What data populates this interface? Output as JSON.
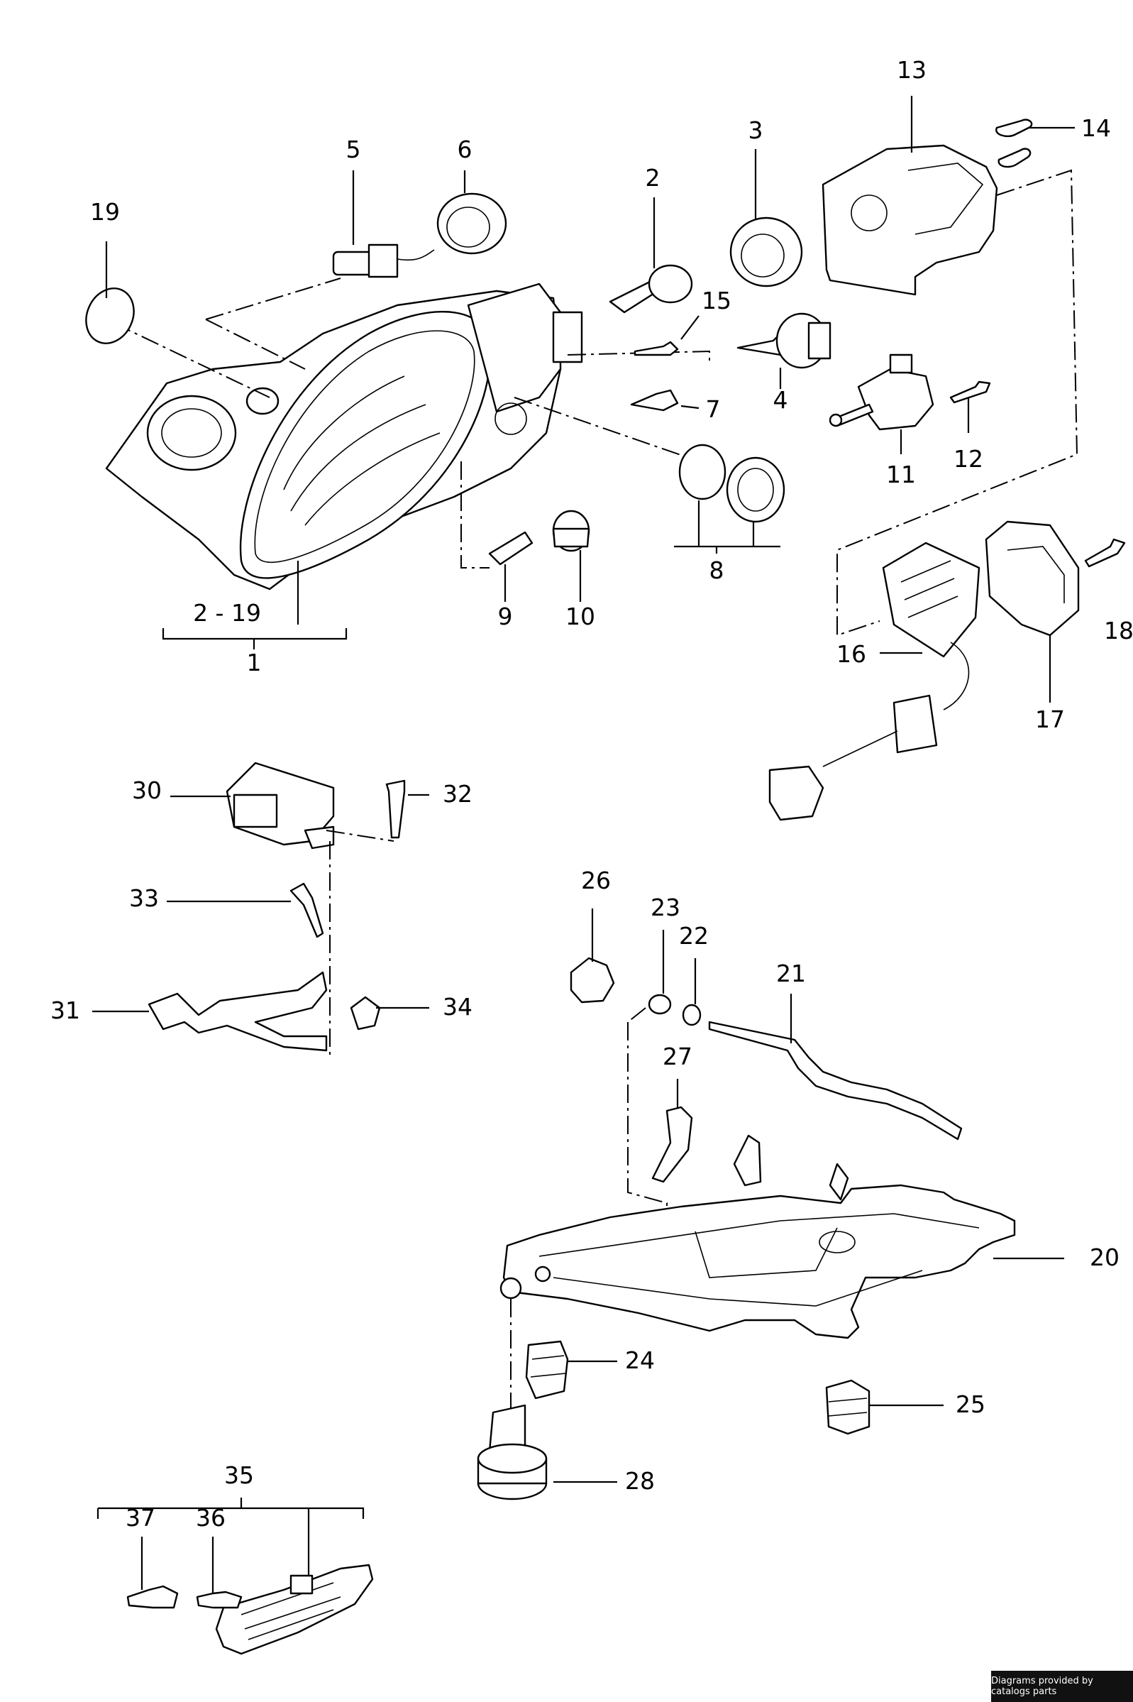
{
  "labels": {
    "p1": "1",
    "p2_19": "2 - 19",
    "p2": "2",
    "p3": "3",
    "p4": "4",
    "p5": "5",
    "p6": "6",
    "p7": "7",
    "p8": "8",
    "p9": "9",
    "p10": "10",
    "p11": "11",
    "p12": "12",
    "p13": "13",
    "p14": "14",
    "p15": "15",
    "p16": "16",
    "p17": "17",
    "p18": "18",
    "p19": "19",
    "p20": "20",
    "p21": "21",
    "p22": "22",
    "p23": "23",
    "p24": "24",
    "p25": "25",
    "p26": "26",
    "p27": "27",
    "p28": "28",
    "p30": "30",
    "p31": "31",
    "p32": "32",
    "p33": "33",
    "p34": "34",
    "p35": "35",
    "p36": "36",
    "p37": "37"
  },
  "credit": "Diagrams provided by catalogs parts"
}
